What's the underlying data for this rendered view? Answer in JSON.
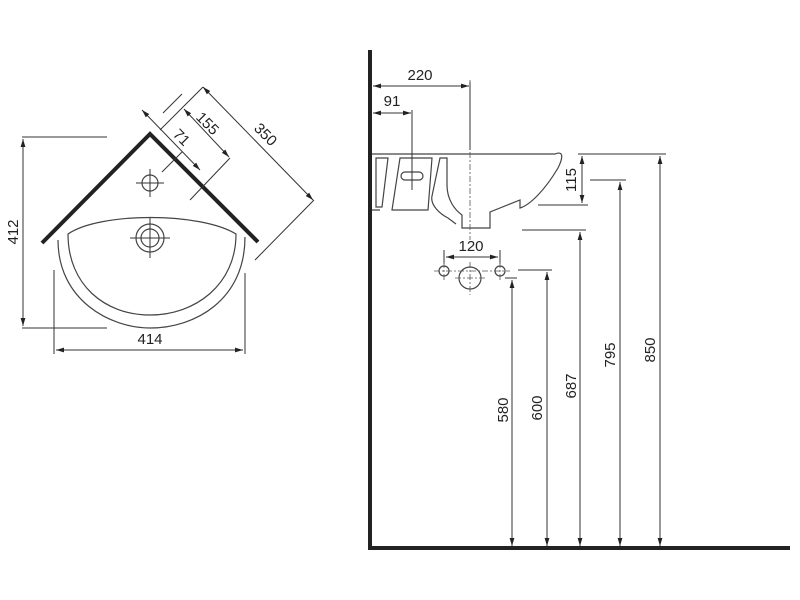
{
  "top_view": {
    "dims": {
      "depth": "412",
      "width": "414",
      "side": "350",
      "d155": "155",
      "d71": "71"
    }
  },
  "side_view": {
    "dims": {
      "d220": "220",
      "d91": "91",
      "d115": "115",
      "d120": "120",
      "d850": "850",
      "d795": "795",
      "d687": "687",
      "d600": "600",
      "d580": "580"
    }
  }
}
